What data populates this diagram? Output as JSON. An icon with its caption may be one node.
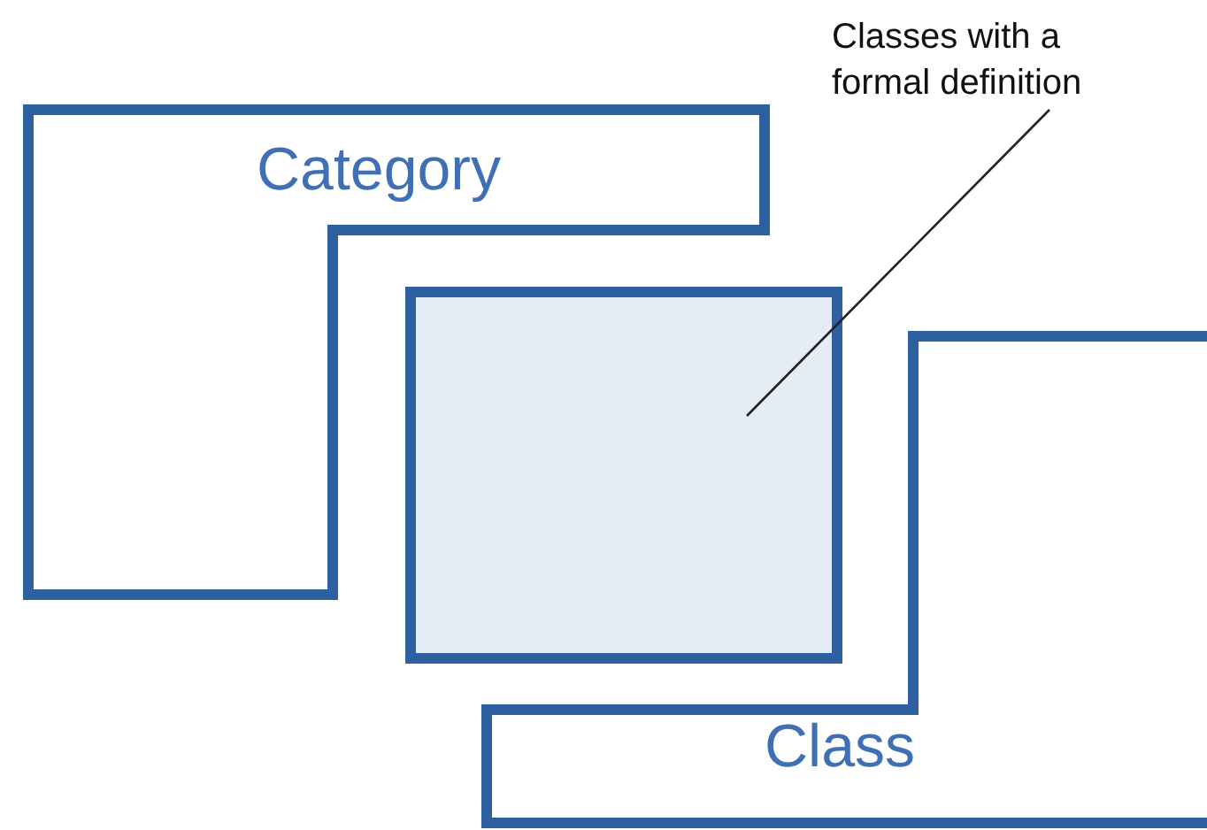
{
  "diagram": {
    "nodes": [
      {
        "text": [
          "Category"
        ]
      },
      {
        "text": [
          "Class"
        ]
      },
      {
        "text": [],
        "shape": "box"
      },
      {
        "text": [
          "Classes with a formal definition"
        ]
      }
    ],
    "edges": [
      {
        "from": 3,
        "to": 2,
        "arrow": "none"
      }
    ]
  }
}
